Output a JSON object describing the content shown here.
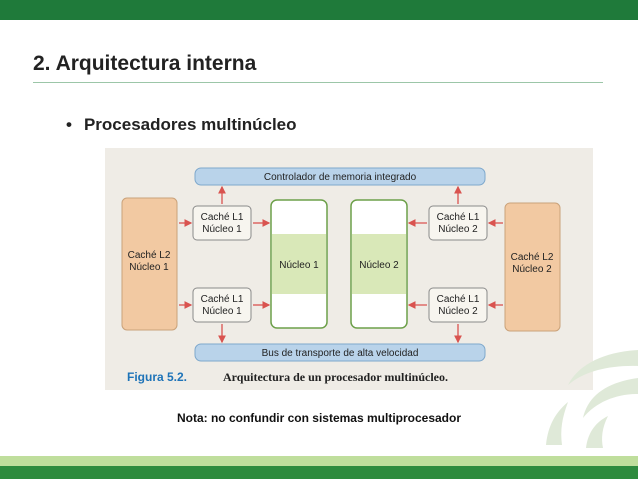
{
  "slide": {
    "title": "2. Arquitectura interna",
    "bullet": "Procesadores multinúcleo",
    "note": "Nota: no confundir con sistemas multiprocesador"
  },
  "diagram": {
    "top_bus": "Controlador de memoria integrado",
    "bottom_bus": "Bus de transporte de alta velocidad",
    "l2_left": [
      "Caché L2",
      "Núcleo 1"
    ],
    "l2_right": [
      "Caché L2",
      "Núcleo 2"
    ],
    "l1_left_top": [
      "Caché L1",
      "Núcleo 1"
    ],
    "l1_left_bottom": [
      "Caché L1",
      "Núcleo 1"
    ],
    "l1_right_top": [
      "Caché L1",
      "Núcleo 2"
    ],
    "l1_right_bottom": [
      "Caché L1",
      "Núcleo 2"
    ],
    "core1": "Núcleo 1",
    "core2": "Núcleo 2",
    "caption_label": "Figura 5.2.",
    "caption_text": "Arquitectura de un procesador multinúcleo."
  },
  "colors": {
    "header_green": "#1f7a3a",
    "bus_blue": "#b9d3ea",
    "l2_orange": "#f2c9a2",
    "core_green": "#d9e8b8",
    "arrow_red": "#d9534f",
    "caption_blue": "#1e73b8"
  }
}
